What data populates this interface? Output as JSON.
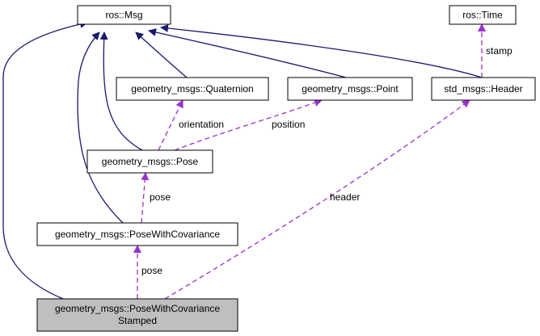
{
  "colors": {
    "inheritance": "#191970",
    "usage": "#9a32cd",
    "node_fill": "#ffffff",
    "focus_fill": "#bfbfbf",
    "border": "#000000"
  },
  "nodes": {
    "ros_msg": {
      "label": "ros::Msg"
    },
    "ros_time": {
      "label": "ros::Time"
    },
    "quaternion": {
      "label": "geometry_msgs::Quaternion"
    },
    "point": {
      "label": "geometry_msgs::Point"
    },
    "header": {
      "label": "std_msgs::Header"
    },
    "pose": {
      "label": "geometry_msgs::Pose"
    },
    "pose_cov": {
      "label": "geometry_msgs::PoseWithCovariance"
    },
    "pose_cov_stamped": {
      "label_line1": "geometry_msgs::PoseWithCovariance",
      "label_line2": "Stamped"
    }
  },
  "edge_labels": {
    "stamp": "stamp",
    "orientation": "orientation",
    "position": "position",
    "pose_upper": "pose",
    "header": "header",
    "pose_lower": "pose"
  }
}
